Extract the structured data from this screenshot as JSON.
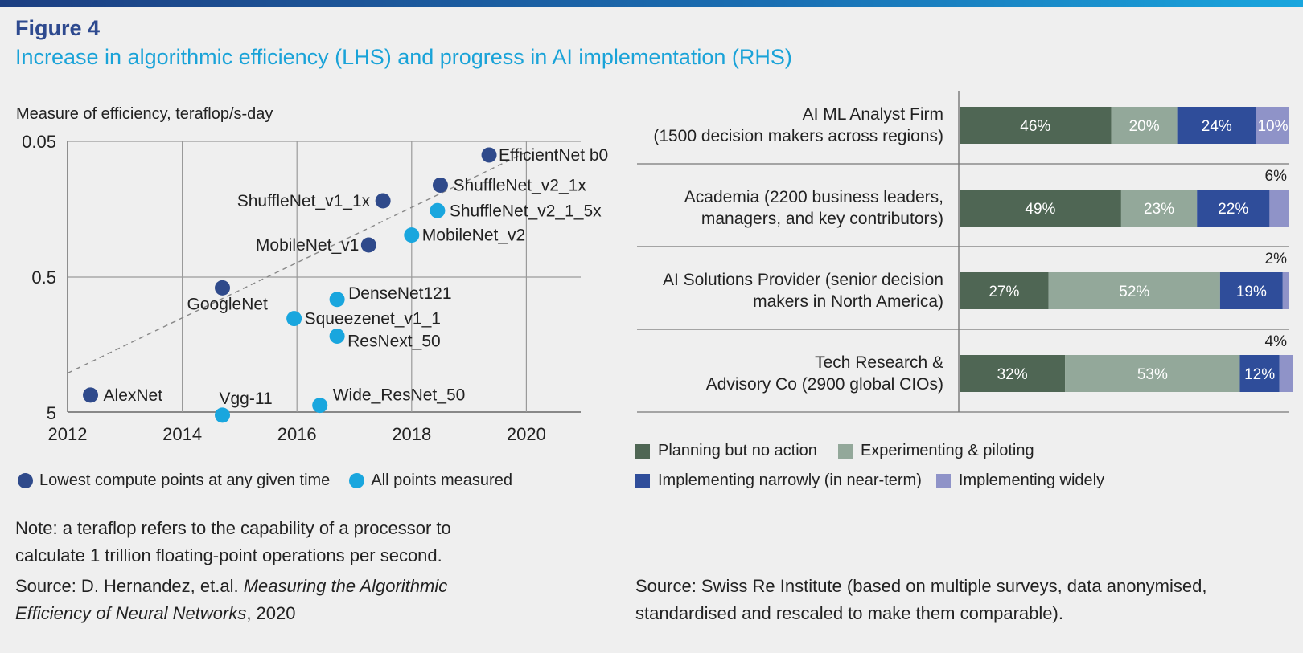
{
  "header": {
    "figure_label": "Figure 4",
    "title": "Increase in algorithmic efficiency (LHS) and progress in AI implementation (RHS)"
  },
  "colors": {
    "dark_blue": "#2f4a8b",
    "light_blue": "#19a6de",
    "planning": "#4f6654",
    "experimenting": "#93a89a",
    "narrow": "#2f4d9a",
    "widely": "#8f93c8"
  },
  "chart_data": [
    {
      "type": "scatter",
      "title": "",
      "ylabel": "Measure of efficiency, teraflop/s-day",
      "xlabel": "",
      "x_ticks": [
        "2012",
        "2014",
        "2016",
        "2018",
        "2020"
      ],
      "y_ticks": [
        "0.05",
        "0.5",
        "5"
      ],
      "y_scale": "log (inverted)",
      "xlim": [
        2012,
        2021
      ],
      "grid": true,
      "legend_placement": "bottom",
      "series": [
        {
          "name": "Lowest compute points at any given time",
          "color": "#2f4a8b",
          "points": [
            {
              "label": "AlexNet",
              "x": 2012.4,
              "y": 3.7
            },
            {
              "label": "GoogleNet",
              "x": 2014.7,
              "y": 0.6
            },
            {
              "label": "MobileNet_v1",
              "x": 2017.25,
              "y": 0.29
            },
            {
              "label": "ShuffleNet_v1_1x",
              "x": 2017.5,
              "y": 0.137
            },
            {
              "label": "ShuffleNet_v2_1x",
              "x": 2018.5,
              "y": 0.105
            },
            {
              "label": "EfficientNet b0",
              "x": 2019.35,
              "y": 0.063
            }
          ]
        },
        {
          "name": "All points measured",
          "color": "#19a6de",
          "points": [
            {
              "label": "Vgg-11",
              "x": 2014.7,
              "y": 5.2
            },
            {
              "label": "Squeezenet_v1_1",
              "x": 2015.95,
              "y": 1.01
            },
            {
              "label": "DenseNet121",
              "x": 2016.7,
              "y": 0.73
            },
            {
              "label": "ResNext_50",
              "x": 2016.7,
              "y": 1.36
            },
            {
              "label": "Wide_ResNet_50",
              "x": 2016.4,
              "y": 4.4
            },
            {
              "label": "MobileNet_v2",
              "x": 2018.0,
              "y": 0.245
            },
            {
              "label": "ShuffleNet_v2_1_5x",
              "x": 2018.45,
              "y": 0.162
            }
          ]
        }
      ],
      "trendline": {
        "from": {
          "x": 2012,
          "y": 2.55
        },
        "to": {
          "x": 2020.0,
          "y": 0.06
        }
      }
    },
    {
      "type": "bar",
      "orientation": "horizontal",
      "stacked": true,
      "percent": true,
      "categories": [
        [
          "AI ML Analyst Firm",
          "(1500 decision makers across regions)"
        ],
        [
          "Academia (2200 business leaders,",
          "managers, and key contributors)"
        ],
        [
          "AI Solutions Provider (senior decision",
          "makers in North America)"
        ],
        [
          "Tech Research &",
          "Advisory Co (2900 global CIOs)"
        ]
      ],
      "series": [
        {
          "name": "Planning but no action",
          "color": "#4f6654",
          "values": [
            46,
            49,
            27,
            32
          ]
        },
        {
          "name": "Experimenting & piloting",
          "color": "#93a89a",
          "values": [
            20,
            23,
            52,
            53
          ]
        },
        {
          "name": "Implementing narrowly (in near-term)",
          "color": "#2f4d9a",
          "values": [
            24,
            22,
            19,
            12
          ]
        },
        {
          "name": "Implementing widely",
          "color": "#8f93c8",
          "values": [
            10,
            6,
            2,
            4
          ]
        }
      ],
      "value_labels": [
        [
          "46%",
          "20%",
          "24%",
          "10%"
        ],
        [
          "49%",
          "23%",
          "22%",
          "6%"
        ],
        [
          "27%",
          "52%",
          "19%",
          "2%"
        ],
        [
          "32%",
          "53%",
          "12%",
          "4%"
        ]
      ],
      "legend_placement": "bottom"
    }
  ],
  "left_legend": {
    "dark": "Lowest compute points at any given time",
    "light": "All points measured"
  },
  "right_legend": {
    "planning": "Planning but no action",
    "experimenting": "Experimenting & piloting",
    "narrow": "Implementing narrowly (in near-term)",
    "widely": "Implementing widely"
  },
  "notes": {
    "left_line1": "Note: a teraflop refers to the capability of a processor to",
    "left_line2": "calculate 1 trillion floating-point operations per second.",
    "left_source_prefix": "Source: D. Hernandez, et.al. ",
    "left_source_italic_1": "Measuring the Algorithmic",
    "left_source_italic_2": "Efficiency of Neural Networks",
    "left_source_suffix": ", 2020",
    "right_line1": "Source: Swiss Re Institute (based on multiple surveys, data anonymised,",
    "right_line2": "standardised and rescaled to make them comparable)."
  }
}
